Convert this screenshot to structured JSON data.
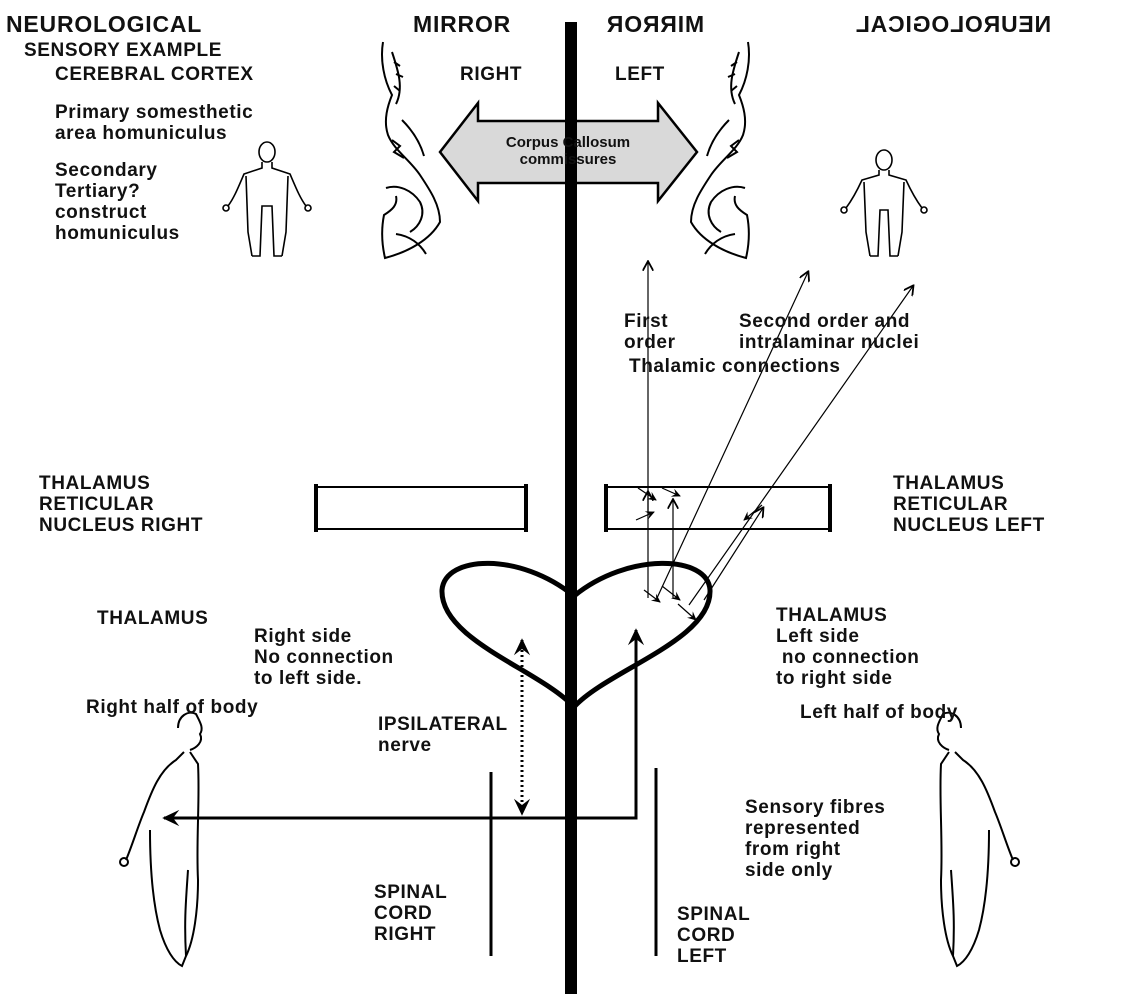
{
  "header": {
    "left_title": "NEUROLOGICAL",
    "left_mirror": "MIRROR",
    "right_mirror": "MIRROR",
    "right_title": "NEUROLOGICAL"
  },
  "cortex": {
    "lines": [
      "SENSORY EXAMPLE",
      "CEREBRAL CORTEX"
    ],
    "right_label": "RIGHT",
    "left_label": "LEFT",
    "primary": [
      "Primary somesthetic",
      "area homuniculus"
    ],
    "secondary": [
      "Secondary",
      "Tertiary?",
      "construct",
      "homuniculus"
    ]
  },
  "corpus_callosum": [
    "Corpus Callosum",
    "commissures"
  ],
  "thalamic": {
    "first": [
      "First",
      "order"
    ],
    "second": [
      "Second order and",
      "intralaminar nuclei"
    ],
    "caption": "Thalamic connections"
  },
  "reticular": {
    "right": [
      "THALAMUS",
      "RETICULAR",
      "NUCLEUS RIGHT"
    ],
    "left": [
      "THALAMUS",
      "RETICULAR",
      "NUCLEUS LEFT"
    ]
  },
  "thalamus": {
    "right": [
      "THALAMUS",
      "Right side",
      "No connection",
      "to left side."
    ],
    "left": [
      "THALAMUS",
      "Left side",
      " no connection",
      "to right side"
    ]
  },
  "body": {
    "right_half": "Right half of body",
    "left_half": "Left half of body",
    "ipsilateral": [
      "IPSILATERAL",
      "nerve"
    ],
    "sensory": [
      "Sensory fibres",
      "represented",
      "from right",
      "side only"
    ]
  },
  "spinal": {
    "right": [
      "SPINAL",
      "CORD",
      "RIGHT"
    ],
    "left": [
      "SPINAL",
      "CORD",
      "LEFT"
    ]
  },
  "colors": {
    "ink": "#000000",
    "arrow_fill": "#d9d9d9",
    "background": "#ffffff"
  }
}
